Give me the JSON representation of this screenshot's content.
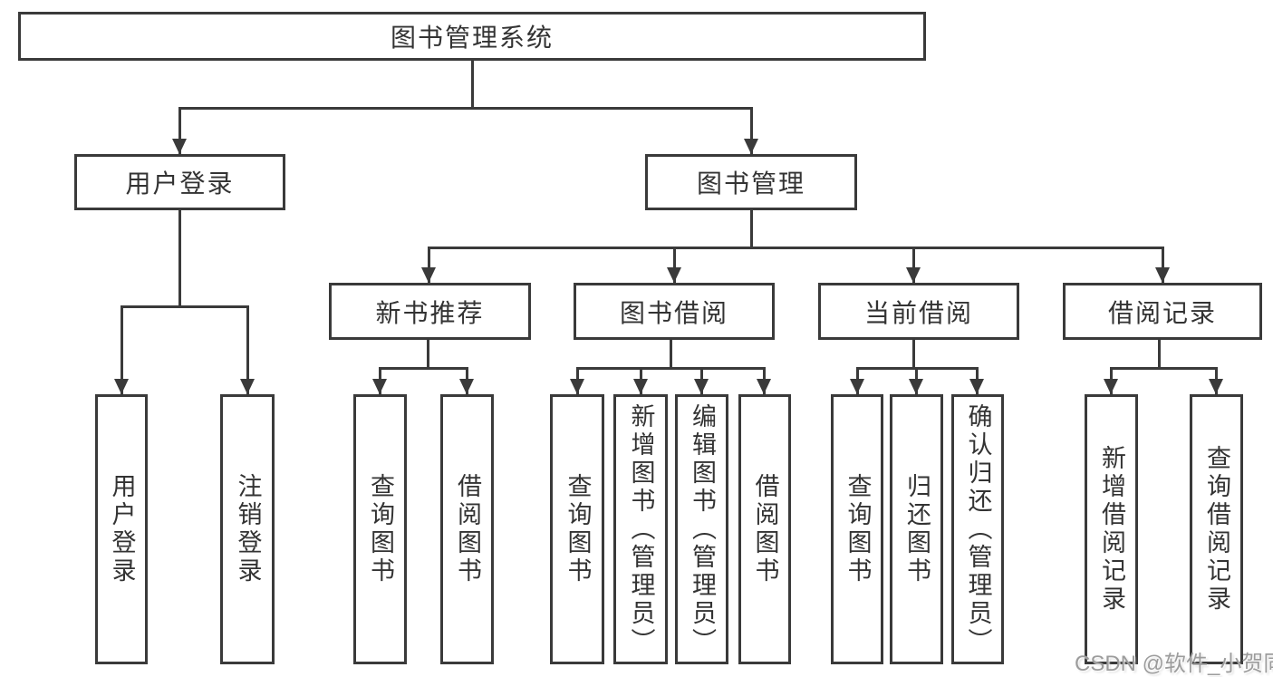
{
  "diagram": {
    "root": {
      "label": "图书管理系统"
    },
    "user_login": {
      "label": "用户登录",
      "children": [
        {
          "label": "用户登录"
        },
        {
          "label": "注销登录"
        }
      ]
    },
    "book_mgmt": {
      "label": "图书管理",
      "sections": [
        {
          "label": "新书推荐",
          "children": [
            {
              "label": "查询图书"
            },
            {
              "label": "借阅图书"
            }
          ]
        },
        {
          "label": "图书借阅",
          "children": [
            {
              "label": "查询图书"
            },
            {
              "label": "新增图书（管理员）"
            },
            {
              "label": "编辑图书（管理员）"
            },
            {
              "label": "借阅图书"
            }
          ]
        },
        {
          "label": "当前借阅",
          "children": [
            {
              "label": "查询图书"
            },
            {
              "label": "归还图书"
            },
            {
              "label": "确认归还（管理员）"
            }
          ]
        },
        {
          "label": "借阅记录",
          "children": [
            {
              "label": "新增借阅记录"
            },
            {
              "label": "查询借阅记录"
            }
          ]
        }
      ]
    }
  },
  "watermark": {
    "text": "CSDN @软件_小贺同学"
  },
  "colors": {
    "line": "#3a3a3a",
    "text": "#333333",
    "watermark": "#9c9c9c",
    "background": "#ffffff"
  }
}
